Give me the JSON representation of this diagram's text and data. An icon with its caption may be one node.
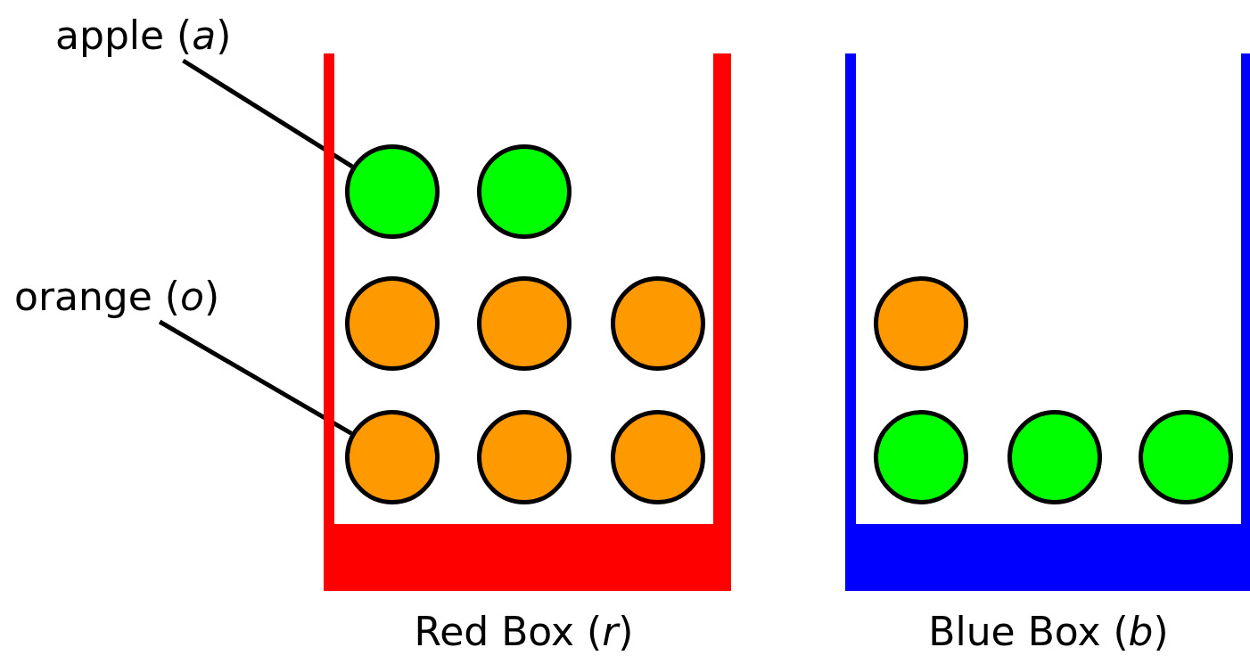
{
  "diagram": {
    "nodes": [
      {
        "text": [
          "apple (*a*)"
        ]
      },
      {
        "text": [
          "orange (*o*)"
        ]
      },
      {
        "text": [
          "Red Box (*r*)"
        ]
      },
      {
        "text": [],
        "shape": "circle",
        "in": 2
      },
      {
        "text": [],
        "shape": "circle",
        "in": 2
      },
      {
        "text": [],
        "shape": "circle",
        "in": 2
      },
      {
        "text": [],
        "shape": "circle",
        "in": 2
      },
      {
        "text": [],
        "shape": "circle",
        "in": 2
      },
      {
        "text": [],
        "shape": "circle",
        "in": 2
      },
      {
        "text": [],
        "shape": "circle",
        "in": 2
      },
      {
        "text": [],
        "shape": "circle",
        "in": 2
      },
      {
        "text": [
          "Blue Box (*b*)"
        ]
      },
      {
        "text": [],
        "shape": "circle",
        "in": 11
      },
      {
        "text": [],
        "shape": "circle",
        "in": 11
      },
      {
        "text": [],
        "shape": "circle",
        "in": 11
      },
      {
        "text": [],
        "shape": "circle",
        "in": 11
      }
    ],
    "edges": [
      {
        "from": 0,
        "to": 3,
        "arrow": "none"
      },
      {
        "from": 1,
        "to": 8,
        "arrow": "none"
      }
    ]
  }
}
